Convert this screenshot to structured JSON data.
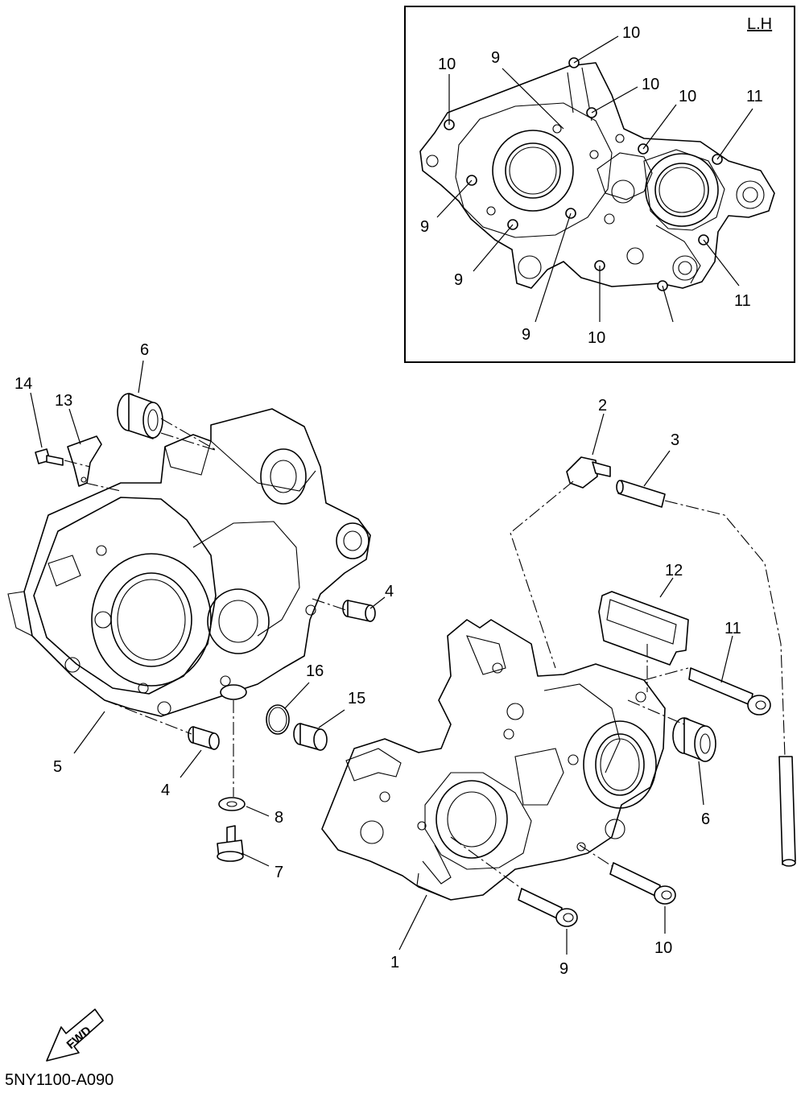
{
  "diagram": {
    "code": "5NY1100-A090",
    "inset_label": "L.H",
    "fwd_label": "FWD",
    "callouts": {
      "c1": "1",
      "c2": "2",
      "c3": "3",
      "c4a": "4",
      "c4b": "4",
      "c5": "5",
      "c6a": "6",
      "c6b": "6",
      "c7": "7",
      "c8": "8",
      "c9": "9",
      "c10": "10",
      "c11": "11",
      "c12": "12",
      "c13": "13",
      "c14": "14",
      "c15": "15",
      "c16": "16"
    },
    "inset_callouts": {
      "i10a": "10",
      "i9a": "9",
      "i10b": "10",
      "i10c": "10",
      "i11a": "11",
      "i9b": "9",
      "i9c": "9",
      "i11b": "11",
      "i9d": "9",
      "i10d": "10",
      "i10e": "10"
    }
  }
}
